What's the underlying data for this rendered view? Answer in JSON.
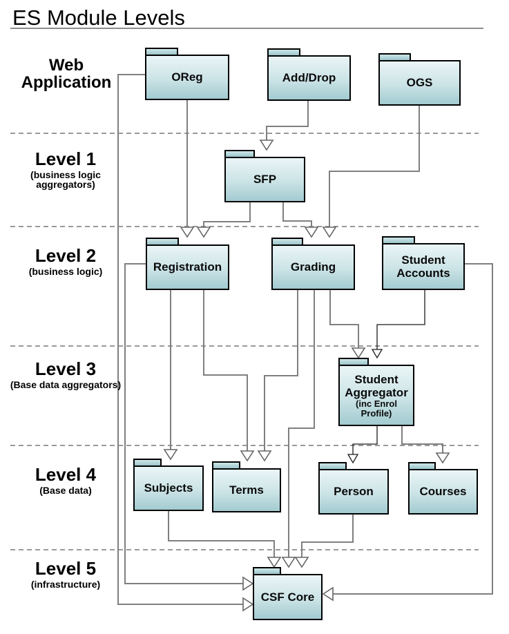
{
  "title": "ES Module Levels",
  "levels": [
    {
      "name": "Web Application",
      "sub": ""
    },
    {
      "name": "Level 1",
      "sub": "(business logic aggregators)"
    },
    {
      "name": "Level 2",
      "sub": "(business logic)"
    },
    {
      "name": "Level 3",
      "sub": "(Base data aggregators)"
    },
    {
      "name": "Level 4",
      "sub": "(Base data)"
    },
    {
      "name": "Level 5",
      "sub": "(infrastructure)"
    }
  ],
  "modules": {
    "oreg": {
      "label": "OReg"
    },
    "adddrop": {
      "label": "Add/Drop"
    },
    "ogs": {
      "label": "OGS"
    },
    "sfp": {
      "label": "SFP"
    },
    "registration": {
      "label": "Registration"
    },
    "grading": {
      "label": "Grading"
    },
    "student_accounts": {
      "label": "Student Accounts"
    },
    "student_aggregator": {
      "label": "Student Aggregator",
      "sub": "(inc Enrol Profile)"
    },
    "subjects": {
      "label": "Subjects"
    },
    "terms": {
      "label": "Terms"
    },
    "person": {
      "label": "Person"
    },
    "courses": {
      "label": "Courses"
    },
    "csf_core": {
      "label": "CSF Core"
    }
  },
  "connections": [
    "OReg → Registration",
    "OReg → CSF Core",
    "Add/Drop → SFP",
    "OGS → Grading",
    "SFP → Registration",
    "SFP → Grading",
    "Registration → Subjects",
    "Registration → Terms",
    "Registration → CSF Core",
    "Grading → Terms",
    "Grading → Student Aggregator",
    "Grading → CSF Core",
    "Student Accounts → Student Aggregator",
    "Student Accounts → CSF Core",
    "Student Aggregator → Person",
    "Student Aggregator → Courses",
    "Subjects → CSF Core",
    "Person → CSF Core"
  ],
  "colors": {
    "package_fill_top": "#eaf5f6",
    "package_fill_bottom": "#a2cbd0",
    "package_border": "#000000",
    "connector_gray": "#7f7f7f",
    "connector_black": "#1a1a1a",
    "separator_dash": "#999999"
  }
}
